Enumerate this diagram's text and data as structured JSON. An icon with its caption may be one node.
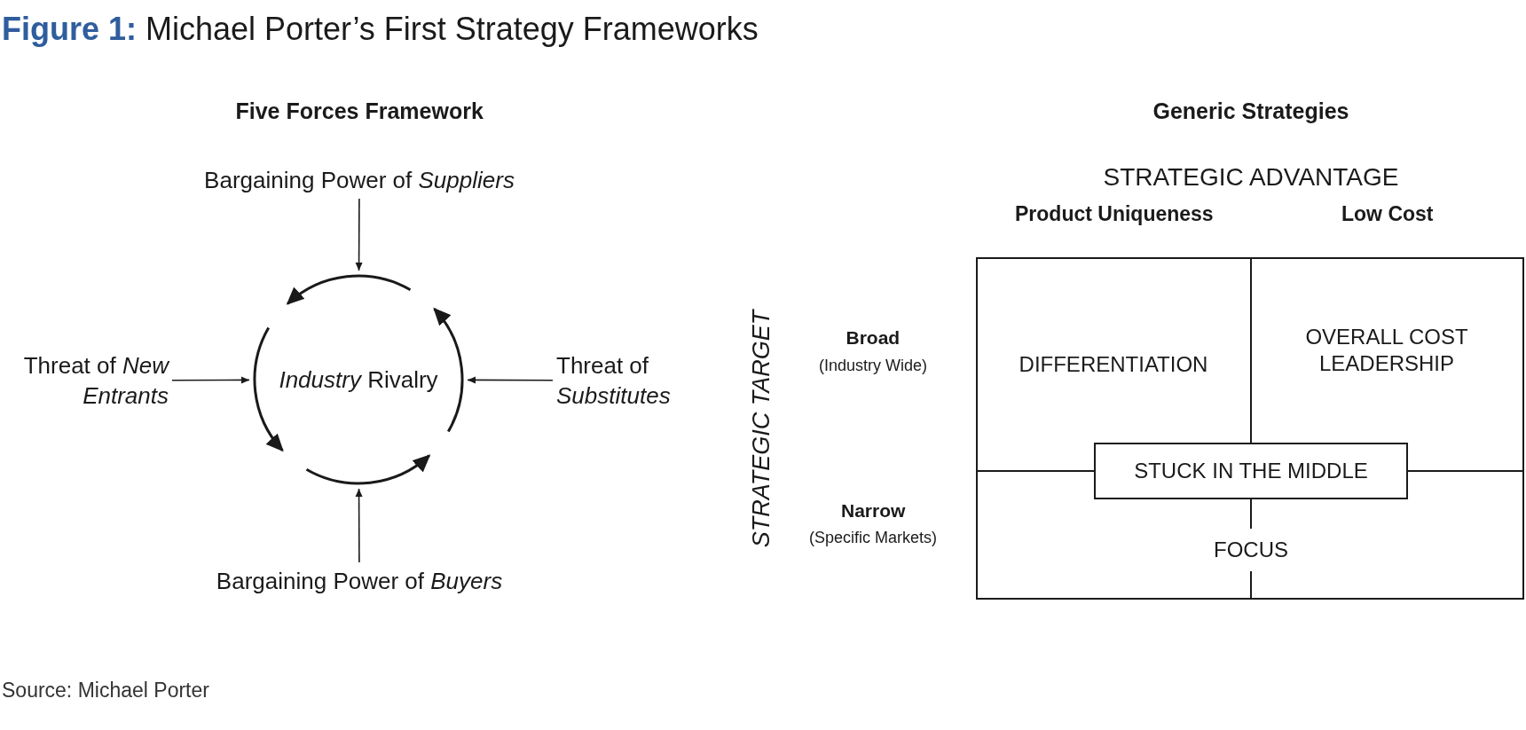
{
  "diagram": {
    "title": "**Figure 1:** Michael Porter’s First Strategy Frameworks",
    "caption": "Source: Michael Porter",
    "nodes": [
      {
        "text": [
          "*Industry* Rivalry"
        ]
      },
      {
        "text": [
          "Bargaining Power of *Suppliers*"
        ]
      },
      {
        "text": [
          "Threat of *New Entrants*"
        ]
      },
      {
        "text": [
          "Threat of *Substitutes*"
        ]
      },
      {
        "text": [
          "Bargaining Power of *Buyers*"
        ]
      },
      {
        "text": [
          "DIFFERENTIATION"
        ]
      },
      {
        "text": [
          "OVERALL COST LEADERSHIP"
        ]
      },
      {
        "text": [
          "STUCK IN THE MIDDLE"
        ]
      },
      {
        "text": [
          "FOCUS"
        ]
      }
    ],
    "edges": [
      {
        "from": 1,
        "to": 0,
        "arrow": "to"
      },
      {
        "from": 2,
        "to": 0,
        "arrow": "to"
      },
      {
        "from": 3,
        "to": 0,
        "arrow": "to"
      },
      {
        "from": 4,
        "to": 0,
        "arrow": "to"
      }
    ],
    "labels": [
      "Five Forces Framework",
      "Generic Strategies",
      "STRATEGIC ADVANTAGE",
      "Product Uniqueness",
      "Low Cost",
      "STRATEGIC TARGET",
      "Broad",
      "(Industry Wide)",
      "Narrow",
      "(Specific Markets)"
    ]
  }
}
